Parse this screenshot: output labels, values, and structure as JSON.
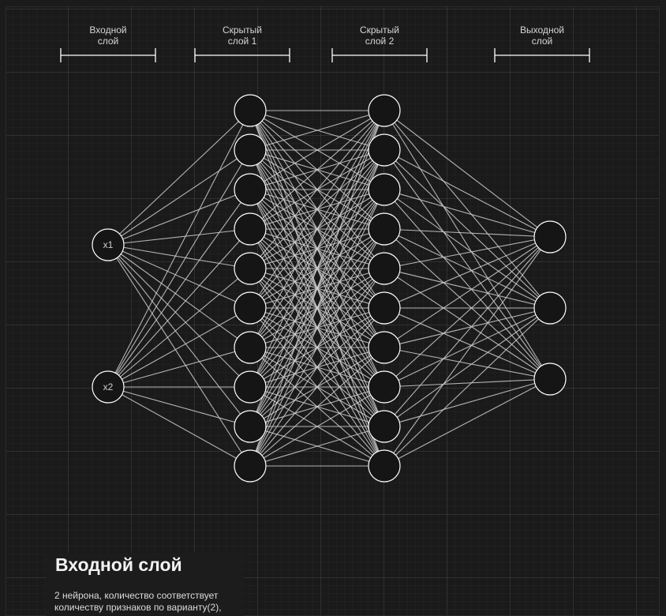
{
  "layers": [
    {
      "id": "input",
      "label_lines": [
        "Входной",
        "слой"
      ],
      "node_count": 2,
      "node_labels": [
        "x1",
        "x2"
      ]
    },
    {
      "id": "hidden1",
      "label_lines": [
        "Скрытый",
        "слой 1"
      ],
      "node_count": 10,
      "node_labels": []
    },
    {
      "id": "hidden2",
      "label_lines": [
        "Скрытый",
        "слой 2"
      ],
      "node_count": 10,
      "node_labels": []
    },
    {
      "id": "output",
      "label_lines": [
        "Выходной",
        "слой"
      ],
      "node_count": 3,
      "node_labels": []
    }
  ],
  "info": {
    "title": "Входной слой",
    "text": "2 нейрона, количество соответствует количеству признаков по варианту(2),"
  },
  "colors": {
    "background": "#1a1a1a",
    "node_fill": "#151515",
    "node_stroke": "#ffffff",
    "edge": "#d0d0d0",
    "label": "#d6d6d6"
  }
}
